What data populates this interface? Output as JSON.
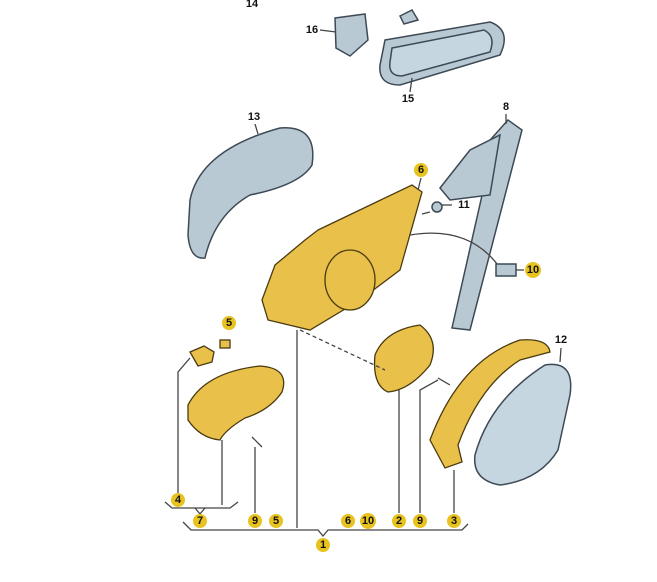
{
  "diagram": {
    "title_label": "14",
    "callouts": {
      "c16": "16",
      "c15": "15",
      "c13": "13",
      "c8": "8",
      "c6": "6",
      "c11": "11",
      "c10": "10",
      "c5": "5",
      "c12": "12"
    },
    "bottom_callouts": {
      "b4": "4",
      "b7": "7",
      "b9a": "9",
      "b5": "5",
      "b6": "6",
      "b10": "10",
      "b2": "2",
      "b9b": "9",
      "b3": "3",
      "b1": "1"
    },
    "colors": {
      "badge": "#e8c21e",
      "part_yellow": "#e9c14a",
      "part_grey": "#b9c9d3"
    }
  }
}
